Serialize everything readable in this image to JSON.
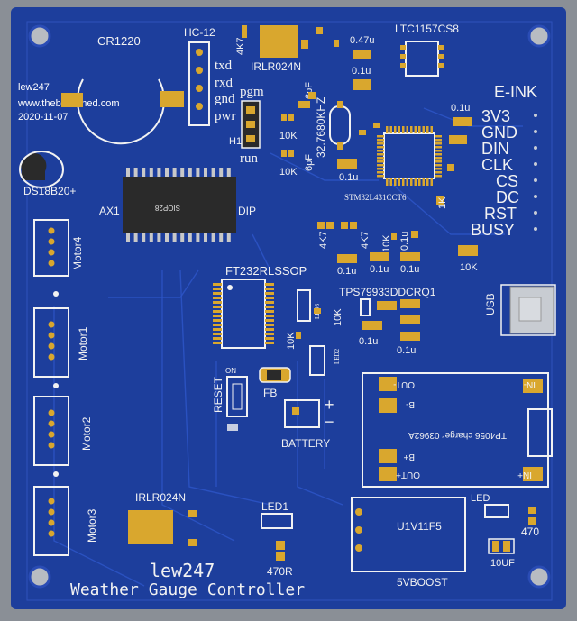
{
  "watermark": {
    "author": "lew247",
    "site": "www.thebackshed.com",
    "date": "2020-11-07"
  },
  "board": {
    "title_line1": "lew247",
    "title_line2": "Weather Gauge Controller"
  },
  "labels": {
    "battery_holder": "CR1220",
    "serial_header": "HC-12",
    "txd": "txd",
    "rxd": "rxd",
    "gnd": "gnd",
    "pwr": "pwr",
    "pgm": "pgm",
    "run": "run",
    "h1": "H1",
    "mosfet_top": "IRLR024N",
    "r_4k7": "4K7",
    "cap_047u": "0.47u",
    "cap_01u": "0.1u",
    "regulator": "LTC1157CS8",
    "eink_header": "E-INK",
    "eink_pins": [
      "3V3",
      "GND",
      "DIN",
      "CLK",
      "CS",
      "DC",
      "RST",
      "BUSY"
    ],
    "cap_6pf": "6pF",
    "crystal": "32.7680KHZ",
    "r_10k": "10K",
    "mcu": "STM32L431CCT6",
    "r_1k": "1K",
    "temp_sensor": "DS18B20+",
    "ax1": "AX1",
    "dip": "DIP",
    "chip_mark": "SIOP28",
    "motor4": "Motor4",
    "motor1": "Motor1",
    "motor2": "Motor2",
    "motor3": "Motor3",
    "usb_chip": "FT232RLSSOP",
    "ldo": "TPS79933DDCRQ1",
    "usb": "USB",
    "led3": "LED3",
    "led2": "LED2",
    "reset": "RESET",
    "on": "ON",
    "fb": "FB",
    "battery": "BATTERY",
    "plus": "+",
    "minus": "−",
    "charger": "TP4056 charger 03962A",
    "out_minus": "OUT-",
    "in_minus": "IN-",
    "b_minus": "B-",
    "b_plus": "B+",
    "out_plus": "OUT+",
    "in_plus": "IN+",
    "mosfet_bottom": "IRLR024N",
    "led1": "LED1",
    "r_470r": "470R",
    "boost_module": "U1V11F5",
    "boost_label": "5VBOOST",
    "led": "LED",
    "r_470": "470",
    "cap_10uf": "10UF"
  },
  "colors": {
    "pcb": "#1d3e9c",
    "silkscreen": "#f2f2f2",
    "copper": "#d9a72e",
    "background": "#8a8f96"
  }
}
